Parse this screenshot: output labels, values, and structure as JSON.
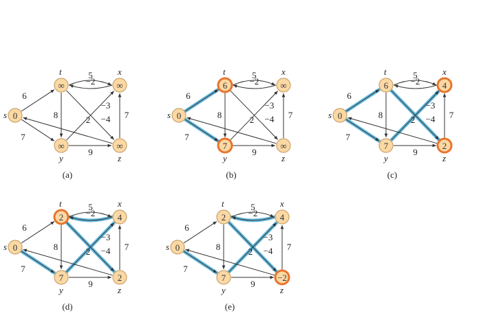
{
  "colors": {
    "node_fill": "#fbd8a4",
    "node_stroke": "#c9a36a",
    "relaxed_stroke": "#e8742c",
    "shaded_edge": "#55b3d9",
    "edge": "#333333"
  },
  "graph": {
    "vertices": [
      {
        "id": "s",
        "label": "s"
      },
      {
        "id": "t",
        "label": "t"
      },
      {
        "id": "x",
        "label": "x"
      },
      {
        "id": "y",
        "label": "y"
      },
      {
        "id": "z",
        "label": "z"
      }
    ],
    "edges": [
      {
        "from": "s",
        "to": "t",
        "weight": "6"
      },
      {
        "from": "s",
        "to": "y",
        "weight": "7"
      },
      {
        "from": "t",
        "to": "x",
        "weight": "5"
      },
      {
        "from": "x",
        "to": "t",
        "weight": "−2"
      },
      {
        "from": "t",
        "to": "y",
        "weight": "8"
      },
      {
        "from": "t",
        "to": "z",
        "weight": "−4"
      },
      {
        "from": "y",
        "to": "x",
        "weight": "−3"
      },
      {
        "from": "y",
        "to": "z",
        "weight": "9"
      },
      {
        "from": "z",
        "to": "x",
        "weight": "7"
      },
      {
        "from": "z",
        "to": "s",
        "weight": "2"
      }
    ]
  },
  "panels": [
    {
      "caption": "(a)",
      "d": {
        "s": "0",
        "t": "∞",
        "x": "∞",
        "y": "∞",
        "z": "∞"
      },
      "highlight": [],
      "shaded": []
    },
    {
      "caption": "(b)",
      "d": {
        "s": "0",
        "t": "6",
        "x": "∞",
        "y": "7",
        "z": "∞"
      },
      "highlight": [
        "t",
        "y"
      ],
      "shaded": [
        "s-t",
        "s-y"
      ]
    },
    {
      "caption": "(c)",
      "d": {
        "s": "0",
        "t": "6",
        "x": "4",
        "y": "7",
        "z": "2"
      },
      "highlight": [
        "x",
        "z"
      ],
      "shaded": [
        "s-t",
        "s-y",
        "y-x",
        "t-z"
      ]
    },
    {
      "caption": "(d)",
      "d": {
        "s": "0",
        "t": "2",
        "x": "4",
        "y": "7",
        "z": "2"
      },
      "highlight": [
        "t"
      ],
      "shaded": [
        "s-y",
        "y-x",
        "x-t",
        "t-z"
      ]
    },
    {
      "caption": "(e)",
      "d": {
        "s": "0",
        "t": "2",
        "x": "4",
        "y": "7",
        "z": "−2"
      },
      "highlight": [
        "z"
      ],
      "shaded": [
        "s-y",
        "y-x",
        "x-t",
        "t-z"
      ]
    }
  ]
}
